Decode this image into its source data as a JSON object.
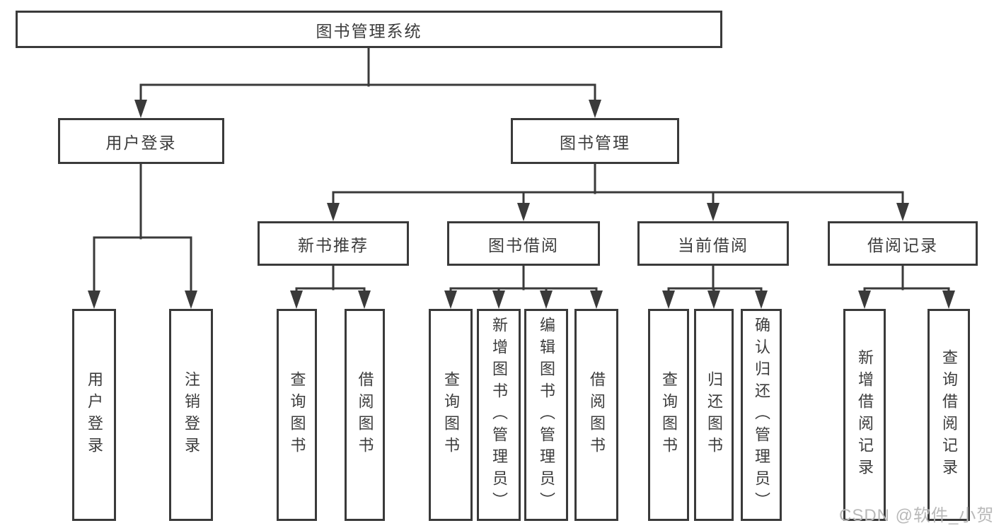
{
  "tree": {
    "root": {
      "label": "图书管理系统"
    },
    "branches": [
      {
        "label": "用户登录",
        "children": [
          {
            "label": "用户登录"
          },
          {
            "label": "注销登录"
          }
        ]
      },
      {
        "label": "图书管理",
        "sections": [
          {
            "label": "新书推荐",
            "children": [
              {
                "label": "查询图书"
              },
              {
                "label": "借阅图书"
              }
            ]
          },
          {
            "label": "图书借阅",
            "children": [
              {
                "label": "查询图书"
              },
              {
                "label": "新增图书（管理员）"
              },
              {
                "label": "编辑图书（管理员）"
              },
              {
                "label": "借阅图书"
              }
            ]
          },
          {
            "label": "当前借阅",
            "children": [
              {
                "label": "查询图书"
              },
              {
                "label": "归还图书"
              },
              {
                "label": "确认归还（管理员）"
              }
            ]
          },
          {
            "label": "借阅记录",
            "children": [
              {
                "label": "新增借阅记录"
              },
              {
                "label": "查询借阅记录"
              }
            ]
          }
        ]
      }
    ]
  },
  "watermark": {
    "text": "CSDN @软件_小贺同学"
  },
  "colors": {
    "line": "#3a3a3a",
    "text": "#3c3c3c",
    "watermark": "#b9b9b9",
    "background": "#ffffff"
  }
}
